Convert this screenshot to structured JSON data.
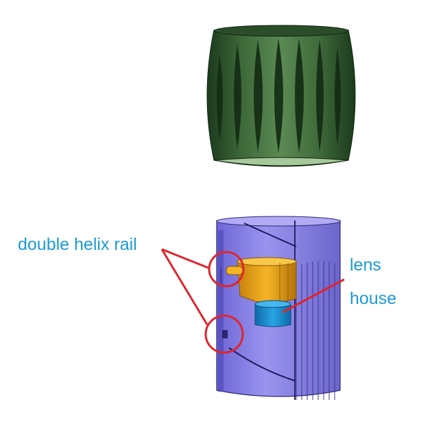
{
  "labels": {
    "rail": "double helix rail",
    "lens": "lens",
    "house": "house"
  },
  "colors": {
    "label_text": "#1a9ad6",
    "annotation": "#e0242c",
    "focus_ring_body": "#3f6b3a",
    "focus_ring_dark": "#1c3a1d",
    "barrel_body": "#8d86e8",
    "barrel_dark": "#4a43a6",
    "lens_holder": "#e8a51c",
    "lens_house": "#1a8ed1"
  },
  "parts": {
    "top": "focus-ring",
    "bottom": "helix-barrel"
  }
}
